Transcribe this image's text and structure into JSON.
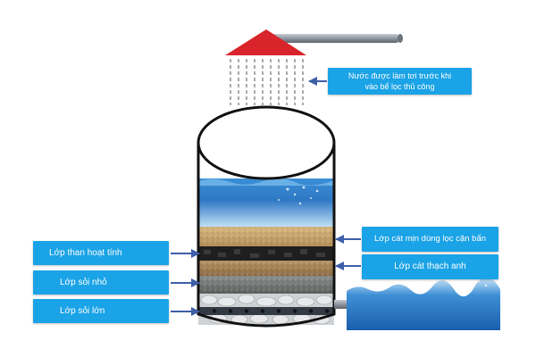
{
  "labels": {
    "top_line1": "Nước được làm tơi trước khi",
    "top_line2": "vào bể lọc thủ công",
    "left_1": "Lớp than hoạt tính",
    "left_2": "Lớp sỏi nhỏ",
    "left_3": "Lớp sỏi lớn",
    "right_1": "Lớp cát mịn dùng  lọc cặn bẩn",
    "right_2": "Lớp cát thạch anh"
  },
  "colors": {
    "label_bg": "#1aa3e6",
    "roof": "#d9242b",
    "pipe": "#8f96a1",
    "arrow": "#3e5ea8",
    "charcoal": "#1f1f1f",
    "fine_sand": "#c9a46a",
    "quartz_sand": "#a8865a",
    "water": "#1f6fc0"
  }
}
